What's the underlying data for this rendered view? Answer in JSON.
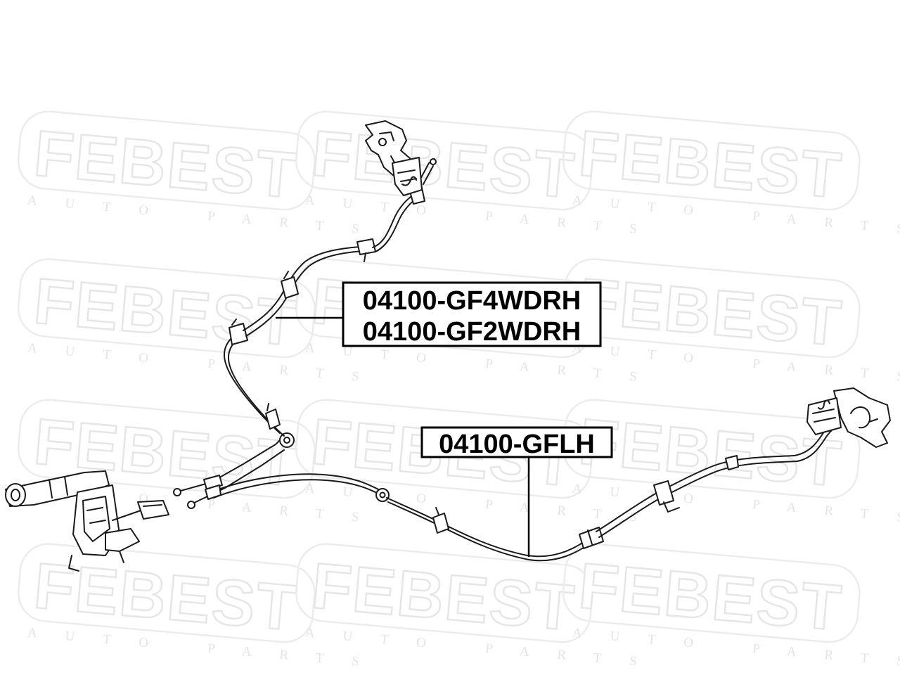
{
  "watermark": {
    "brand": "FEBEST",
    "tagline": "AUTO PARTS"
  },
  "labels": {
    "rh_4wd": "04100-GF4WDRH",
    "rh_2wd": "04100-GF2WDRH",
    "lh": "04100-GFLH"
  },
  "parts": {
    "handbrake_lever": "handbrake-lever-assembly",
    "right_cable": "right-parking-brake-cable",
    "left_cable": "left-parking-brake-cable",
    "right_caliper": "right-rear-brake-mechanism",
    "left_caliper": "left-rear-brake-mechanism"
  }
}
